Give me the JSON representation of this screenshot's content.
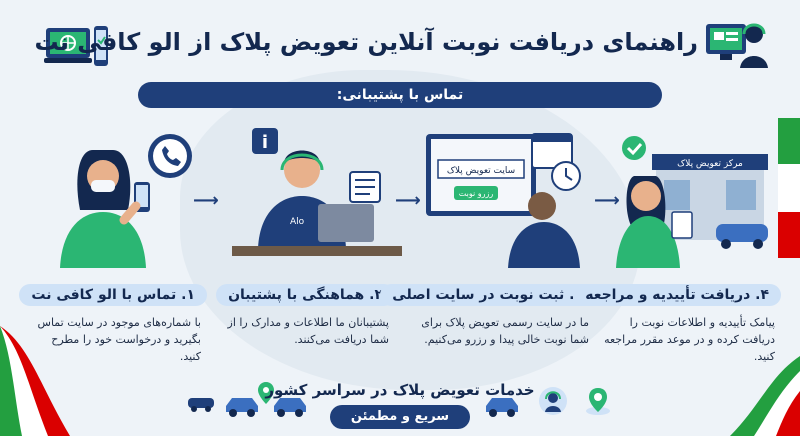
{
  "header": {
    "title": "راهنمای دریافت نوبت آنلاین تعویض پلاک از الو کافی نت",
    "left_icon": "laptop-phone-icon",
    "right_icon": "support-agent-icon"
  },
  "banner": {
    "label": "تماس با پشتیبانی:"
  },
  "scenes": {
    "site_screen_title": "سایت تعویض پلاک",
    "site_button": "رزرو نوبت",
    "office_sign": "مرکز تعویض پلاک",
    "agent_badge": "Alo"
  },
  "steps": [
    {
      "title": "۱. تماس با الو کافی نت",
      "desc": "با شماره‌های موجود در سایت تماس بگیرید و درخواست خود را مطرح کنید."
    },
    {
      "title": "۲. هماهنگی با پشتیبان",
      "desc": "پشتیبانان ما اطلاعات و مدارک را از شما دریافت می‌کنند."
    },
    {
      "title": "۳. ثبت نوبت در سایت اصلی",
      "desc": "ما در سایت رسمی تعویض پلاک برای شما نوبت خالی پیدا و رزرو می‌کنیم."
    },
    {
      "title": "۴. دریافت تأییدیه و مراجعه",
      "desc": "پیامک تأییدیه و اطلاعات نوبت را دریافت کرده و در موعد مقرر مراجعه کنید."
    }
  ],
  "footer": {
    "title": "خدمات تعویض پلاک در سراسر کشور",
    "subtitle": "سریع و مطمئن"
  },
  "colors": {
    "navy": "#1f3f7a",
    "title": "#13284f",
    "pill": "#cfe2f7",
    "green": "#2bb673",
    "flag_green": "#239f40",
    "flag_red": "#da0000"
  }
}
